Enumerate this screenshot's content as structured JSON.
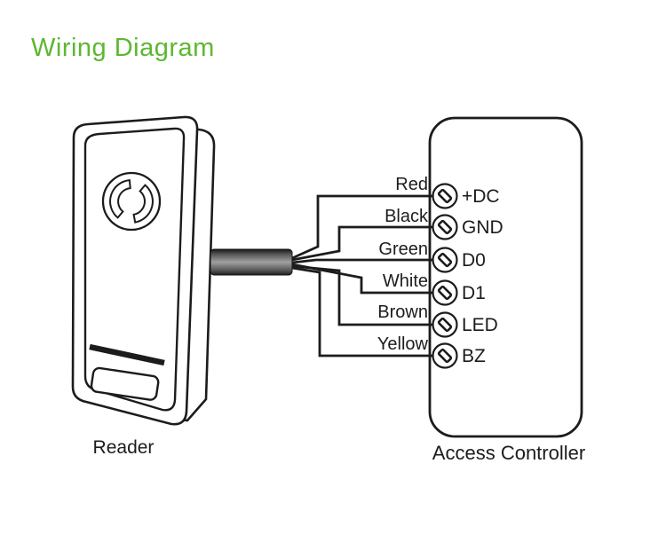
{
  "title": "Wiring Diagram",
  "colors": {
    "title_green": "#5cb82f",
    "line_black": "#1c1c1c",
    "cable_gray": "#9a9a9a"
  },
  "reader": {
    "label": "Reader"
  },
  "controller": {
    "label": "Access Controller"
  },
  "connections": [
    {
      "wire": "Red",
      "terminal": "+DC"
    },
    {
      "wire": "Black",
      "terminal": "GND"
    },
    {
      "wire": "Green",
      "terminal": "D0"
    },
    {
      "wire": "White",
      "terminal": "D1"
    },
    {
      "wire": "Brown",
      "terminal": "LED"
    },
    {
      "wire": "Yellow",
      "terminal": "BZ"
    }
  ],
  "icons": {
    "terminal": "screw-terminal-icon"
  }
}
